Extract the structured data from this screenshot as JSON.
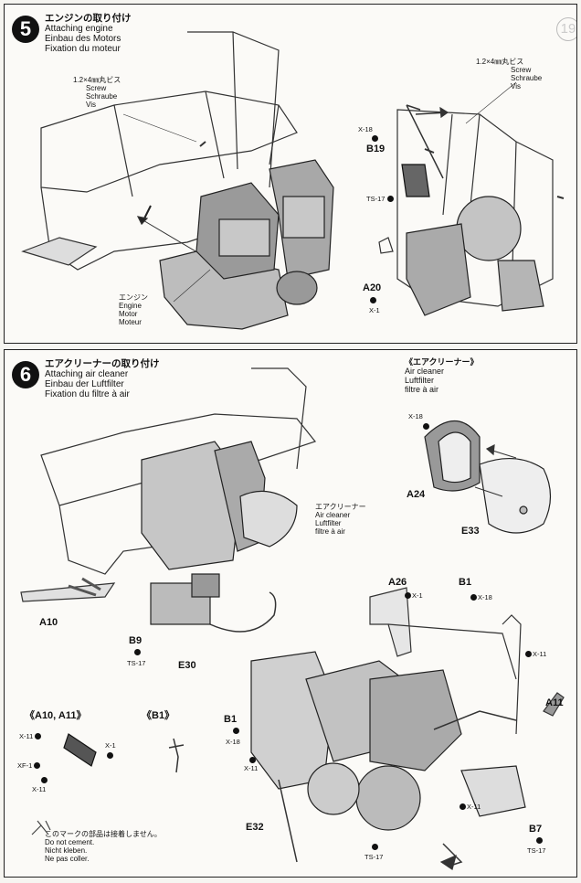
{
  "step5": {
    "number": "5",
    "title_ja": "エンジンの取り付け",
    "title_en": "Attaching engine",
    "title_de": "Einbau des Motors",
    "title_fr": "Fixation du moteur",
    "screw_left": {
      "size": "1.2×4㎜丸ビス",
      "en": "Screw",
      "de": "Schraube",
      "fr": "Vis"
    },
    "screw_right": {
      "size": "1.2×4㎜丸ビス",
      "en": "Screw",
      "de": "Schraube",
      "fr": "Vis"
    },
    "engine_label": {
      "ja": "エンジン",
      "en": "Engine",
      "de": "Motor",
      "fr": "Moteur"
    },
    "parts": {
      "b19": "B19",
      "a20": "A20"
    },
    "codes": {
      "x18": "X-18",
      "ts17": "TS-17",
      "x1": "X-1"
    }
  },
  "step6": {
    "number": "6",
    "title_ja": "エアクリーナーの取り付け",
    "title_en": "Attaching air cleaner",
    "title_de": "Einbau der Luftfilter",
    "title_fr": "Fixation du filtre à air",
    "air_cleaner_header": "《エアクリーナー》",
    "air_cleaner_header_en": "Air cleaner",
    "air_cleaner_header_de": "Luftfilter",
    "air_cleaner_header_fr": "filtre à air",
    "air_cleaner_label": {
      "ja": "エアクリーナー",
      "en": "Air cleaner",
      "de": "Luftfilter",
      "fr": "filtre à air"
    },
    "parts": {
      "a24": "A24",
      "e33": "E33",
      "a10": "A10",
      "b9": "B9",
      "e30": "E30",
      "a26": "A26",
      "b1": "B1",
      "a11": "A11",
      "b1b": "B1",
      "e32": "E32",
      "b7": "B7"
    },
    "inset_a10a11": "《A10, A11》",
    "inset_b1": "《B1》",
    "codes": {
      "x18": "X-18",
      "x1": "X-1",
      "x11": "X-11",
      "xf1": "XF-1",
      "ts17": "TS-17"
    },
    "do_not_cement": {
      "ja": "このマークの部品は接着しません。",
      "en": "Do not cement.",
      "de": "Nicht kleben.",
      "fr": "Ne pas coller."
    }
  },
  "page_badge": "19"
}
